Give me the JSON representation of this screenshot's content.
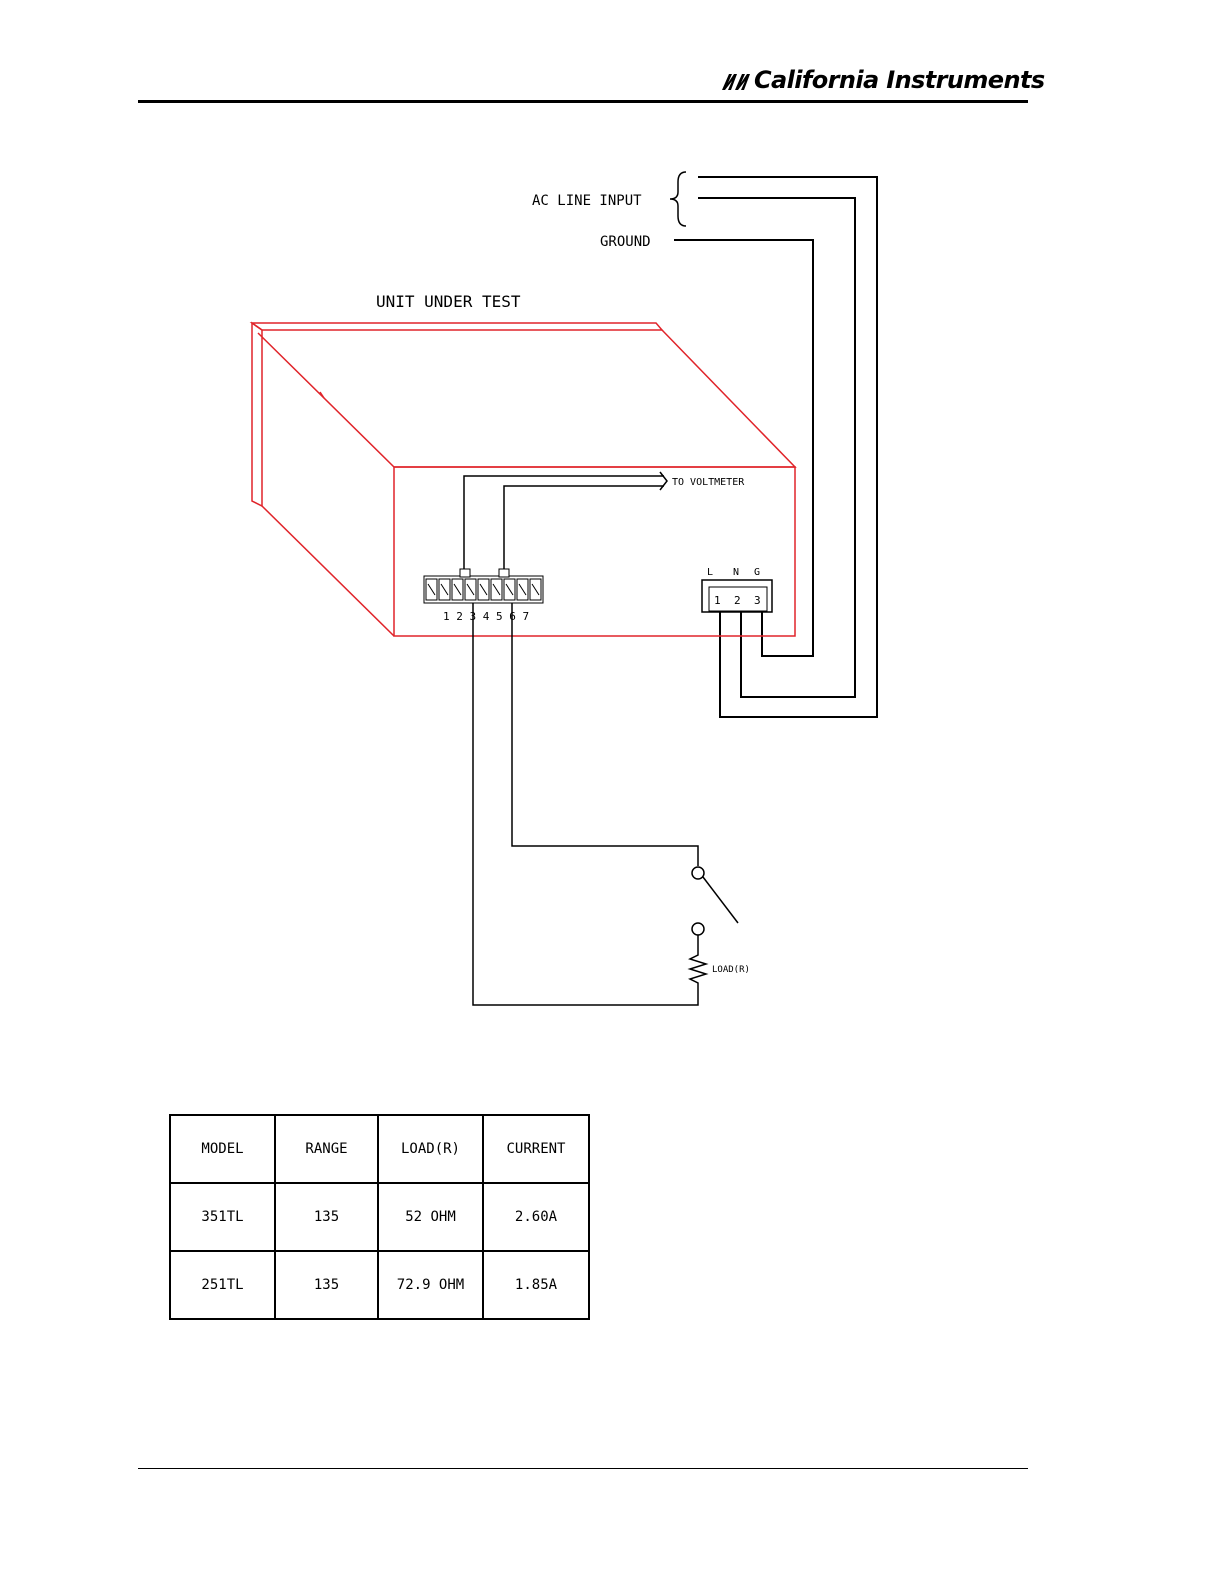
{
  "header": {
    "brand_name": "California Instruments"
  },
  "diagram": {
    "ac_line_input": "AC LINE INPUT",
    "ground": "GROUND",
    "unit_under_test": "UNIT UNDER TEST",
    "to_voltmeter": "TO VOLTMETER",
    "load_label": "LOAD(R)",
    "connector_letters": [
      "L",
      "N",
      "G"
    ],
    "connector_numbers": [
      "1",
      "2",
      "3"
    ],
    "terminal_numbers": "1 2 3 4 5 6 7",
    "unit_color": "#e0242a"
  },
  "table": {
    "headers": [
      "MODEL",
      "RANGE",
      "LOAD(R)",
      "CURRENT"
    ],
    "rows": [
      [
        "351TL",
        "135",
        "52 OHM",
        "2.60A"
      ],
      [
        "251TL",
        "135",
        "72.9 OHM",
        "1.85A"
      ]
    ]
  }
}
